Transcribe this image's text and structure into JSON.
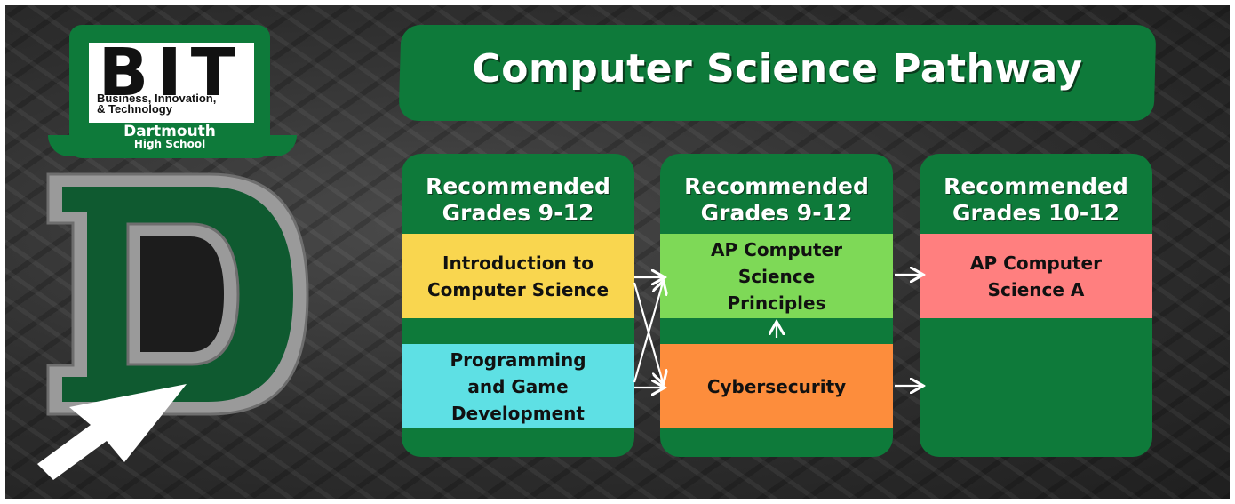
{
  "logo": {
    "brand": "BIT",
    "tagline_1": "Business, Innovation,",
    "tagline_2": "& Technology",
    "school_1": "Dartmouth",
    "school_2": "High School"
  },
  "title": "Computer Science Pathway",
  "columns": [
    {
      "head_1": "Recommended",
      "head_2": "Grades 9-12",
      "courses": [
        {
          "name_1": "Introduction to",
          "name_2": "Computer Science",
          "color": "#f9d64f"
        },
        {
          "name_1": "Programming",
          "name_2": "and Game",
          "name_3": "Development",
          "color": "#5ee0e4"
        }
      ]
    },
    {
      "head_1": "Recommended",
      "head_2": "Grades 9-12",
      "courses": [
        {
          "name_1": "AP Computer",
          "name_2": "Science",
          "name_3": "Principles",
          "color": "#7ed957"
        },
        {
          "name_1": "Cybersecurity",
          "color": "#fd8d3c"
        }
      ]
    },
    {
      "head_1": "Recommended",
      "head_2": "Grades 10-12",
      "courses": [
        {
          "name_1": "AP Computer",
          "name_2": "Science A",
          "color": "#ff7f7f"
        }
      ]
    }
  ],
  "colors": {
    "brand_green": "#0e7a3a",
    "background": "#2e2e2e",
    "text_light": "#ffffff"
  }
}
